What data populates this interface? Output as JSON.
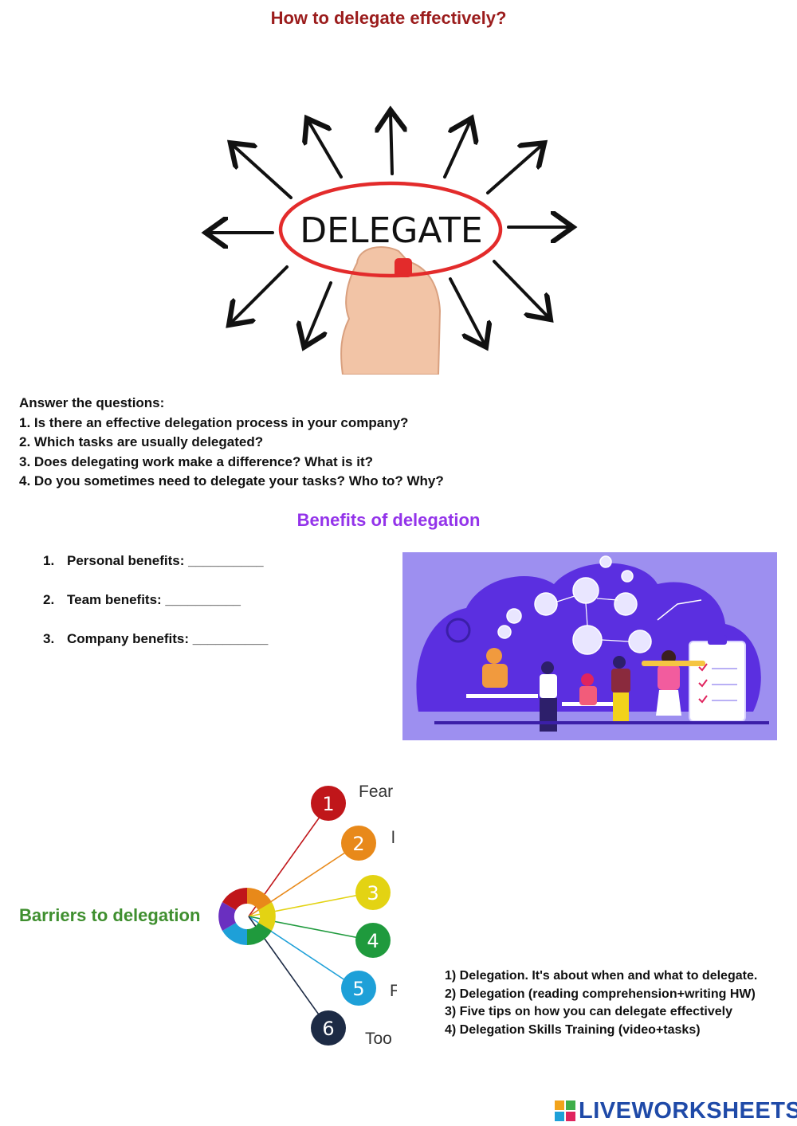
{
  "title": "How to delegate effectively?",
  "hero": {
    "word": "DELEGATE"
  },
  "questions": {
    "intro": "Answer the questions:",
    "items": [
      "1. Is there an effective delegation process in your company?",
      "2. Which tasks are usually delegated?",
      "3. Does delegating work make a difference? What is it?",
      "4. Do you sometimes need to delegate your tasks? Who to? Why?"
    ]
  },
  "benefits": {
    "heading": "Benefits of delegation",
    "items": [
      {
        "num": "1.",
        "label": "Personal benefits: __________"
      },
      {
        "num": "2.",
        "label": "Team benefits: __________"
      },
      {
        "num": "3.",
        "label": "Company benefits: __________"
      }
    ]
  },
  "barriers": {
    "heading": "Barriers to delegation",
    "balls": [
      {
        "num": "1",
        "color": "#c0161a",
        "label": "Fear"
      },
      {
        "num": "2",
        "color": "#e8891a",
        "label": "l"
      },
      {
        "num": "3",
        "color": "#e3d313",
        "label": ""
      },
      {
        "num": "4",
        "color": "#1f9a3d",
        "label": ""
      },
      {
        "num": "5",
        "color": "#1ea0d8",
        "label": "F"
      },
      {
        "num": "6",
        "color": "#1d2b45",
        "label": "Too"
      }
    ]
  },
  "resources": [
    "1) Delegation. It's about when and what to delegate.",
    "2) Delegation (reading comprehension+writing HW)",
    "3) Five tips on how you can delegate effectively",
    "4) Delegation Skills Training (video+tasks)"
  ],
  "brand": {
    "name": "LIVEWORKSHEETS"
  },
  "colors": {
    "title": "#9b1c1c",
    "benefits_heading": "#9333ea",
    "barriers_heading": "#3f8f2f",
    "illustration_bg": "#9d8ff0",
    "illustration_blob": "#5b2fe0",
    "brand": "#1f4aa8"
  }
}
